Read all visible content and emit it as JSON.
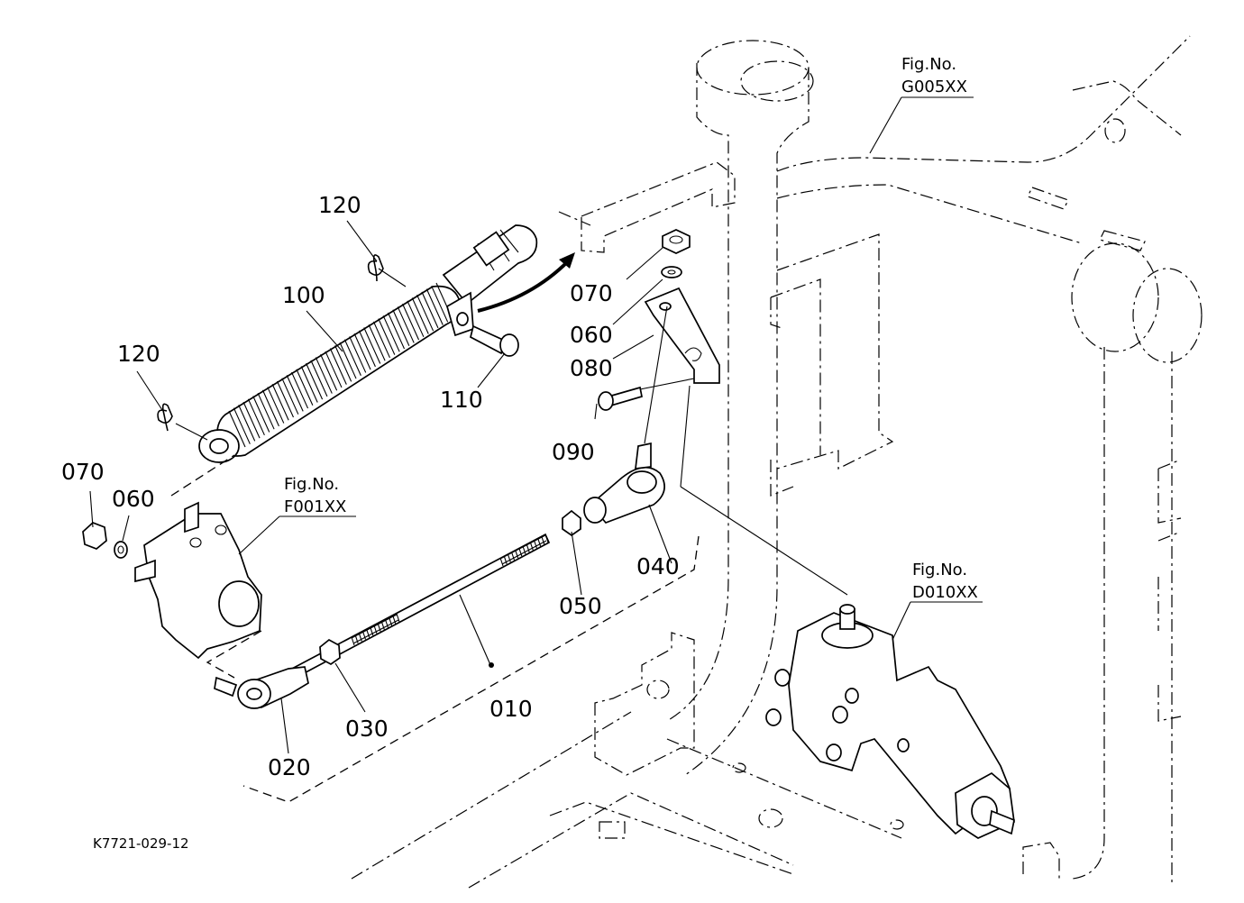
{
  "drawing_code": "K7721-029-12",
  "figure_refs": {
    "g005": {
      "line1": "Fig.No.",
      "line2": "G005XX"
    },
    "f001": {
      "line1": "Fig.No.",
      "line2": "F001XX"
    },
    "d010": {
      "line1": "Fig.No.",
      "line2": "D010XX"
    }
  },
  "part_labels": {
    "p120_top": "120",
    "p120_left": "120",
    "p100": "100",
    "p110": "110",
    "p070_right": "070",
    "p060_right": "060",
    "p080": "080",
    "p090": "090",
    "p040": "040",
    "p050": "050",
    "p070_left": "070",
    "p060_left": "060",
    "p010": "010",
    "p030": "030",
    "p020": "020"
  }
}
